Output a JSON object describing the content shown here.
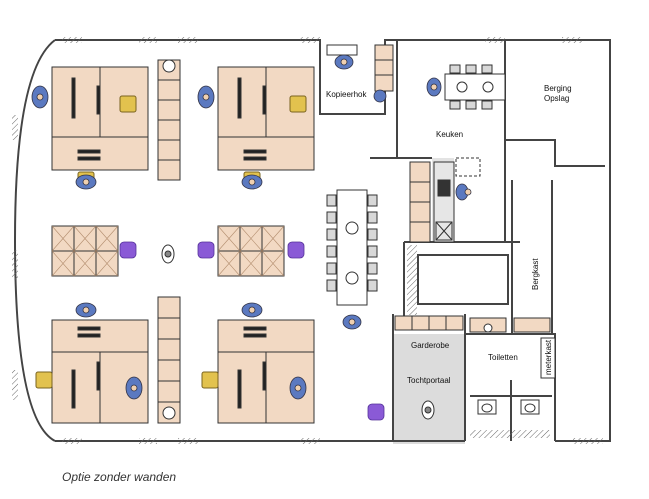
{
  "labels": {
    "kopieerhok": "Kopieerhok",
    "keuken": "Keuken",
    "berging_opslag": [
      "Berging",
      "Opslag"
    ],
    "bergkast": "Bergkast",
    "garderobe": "Garderobe",
    "tochtportaal": "Tochtportaal",
    "toiletten": "Toiletten",
    "meterkast": "meterkast"
  },
  "caption": "Optie zonder wanden",
  "colors": {
    "desk": "#f2d9c3",
    "floor_gray": "#dcdcdc",
    "wall": "#444444",
    "chair_yellow": "#e2c24e",
    "person_blue": "#5b79c0",
    "plant_purple": "#8a5ad6"
  }
}
